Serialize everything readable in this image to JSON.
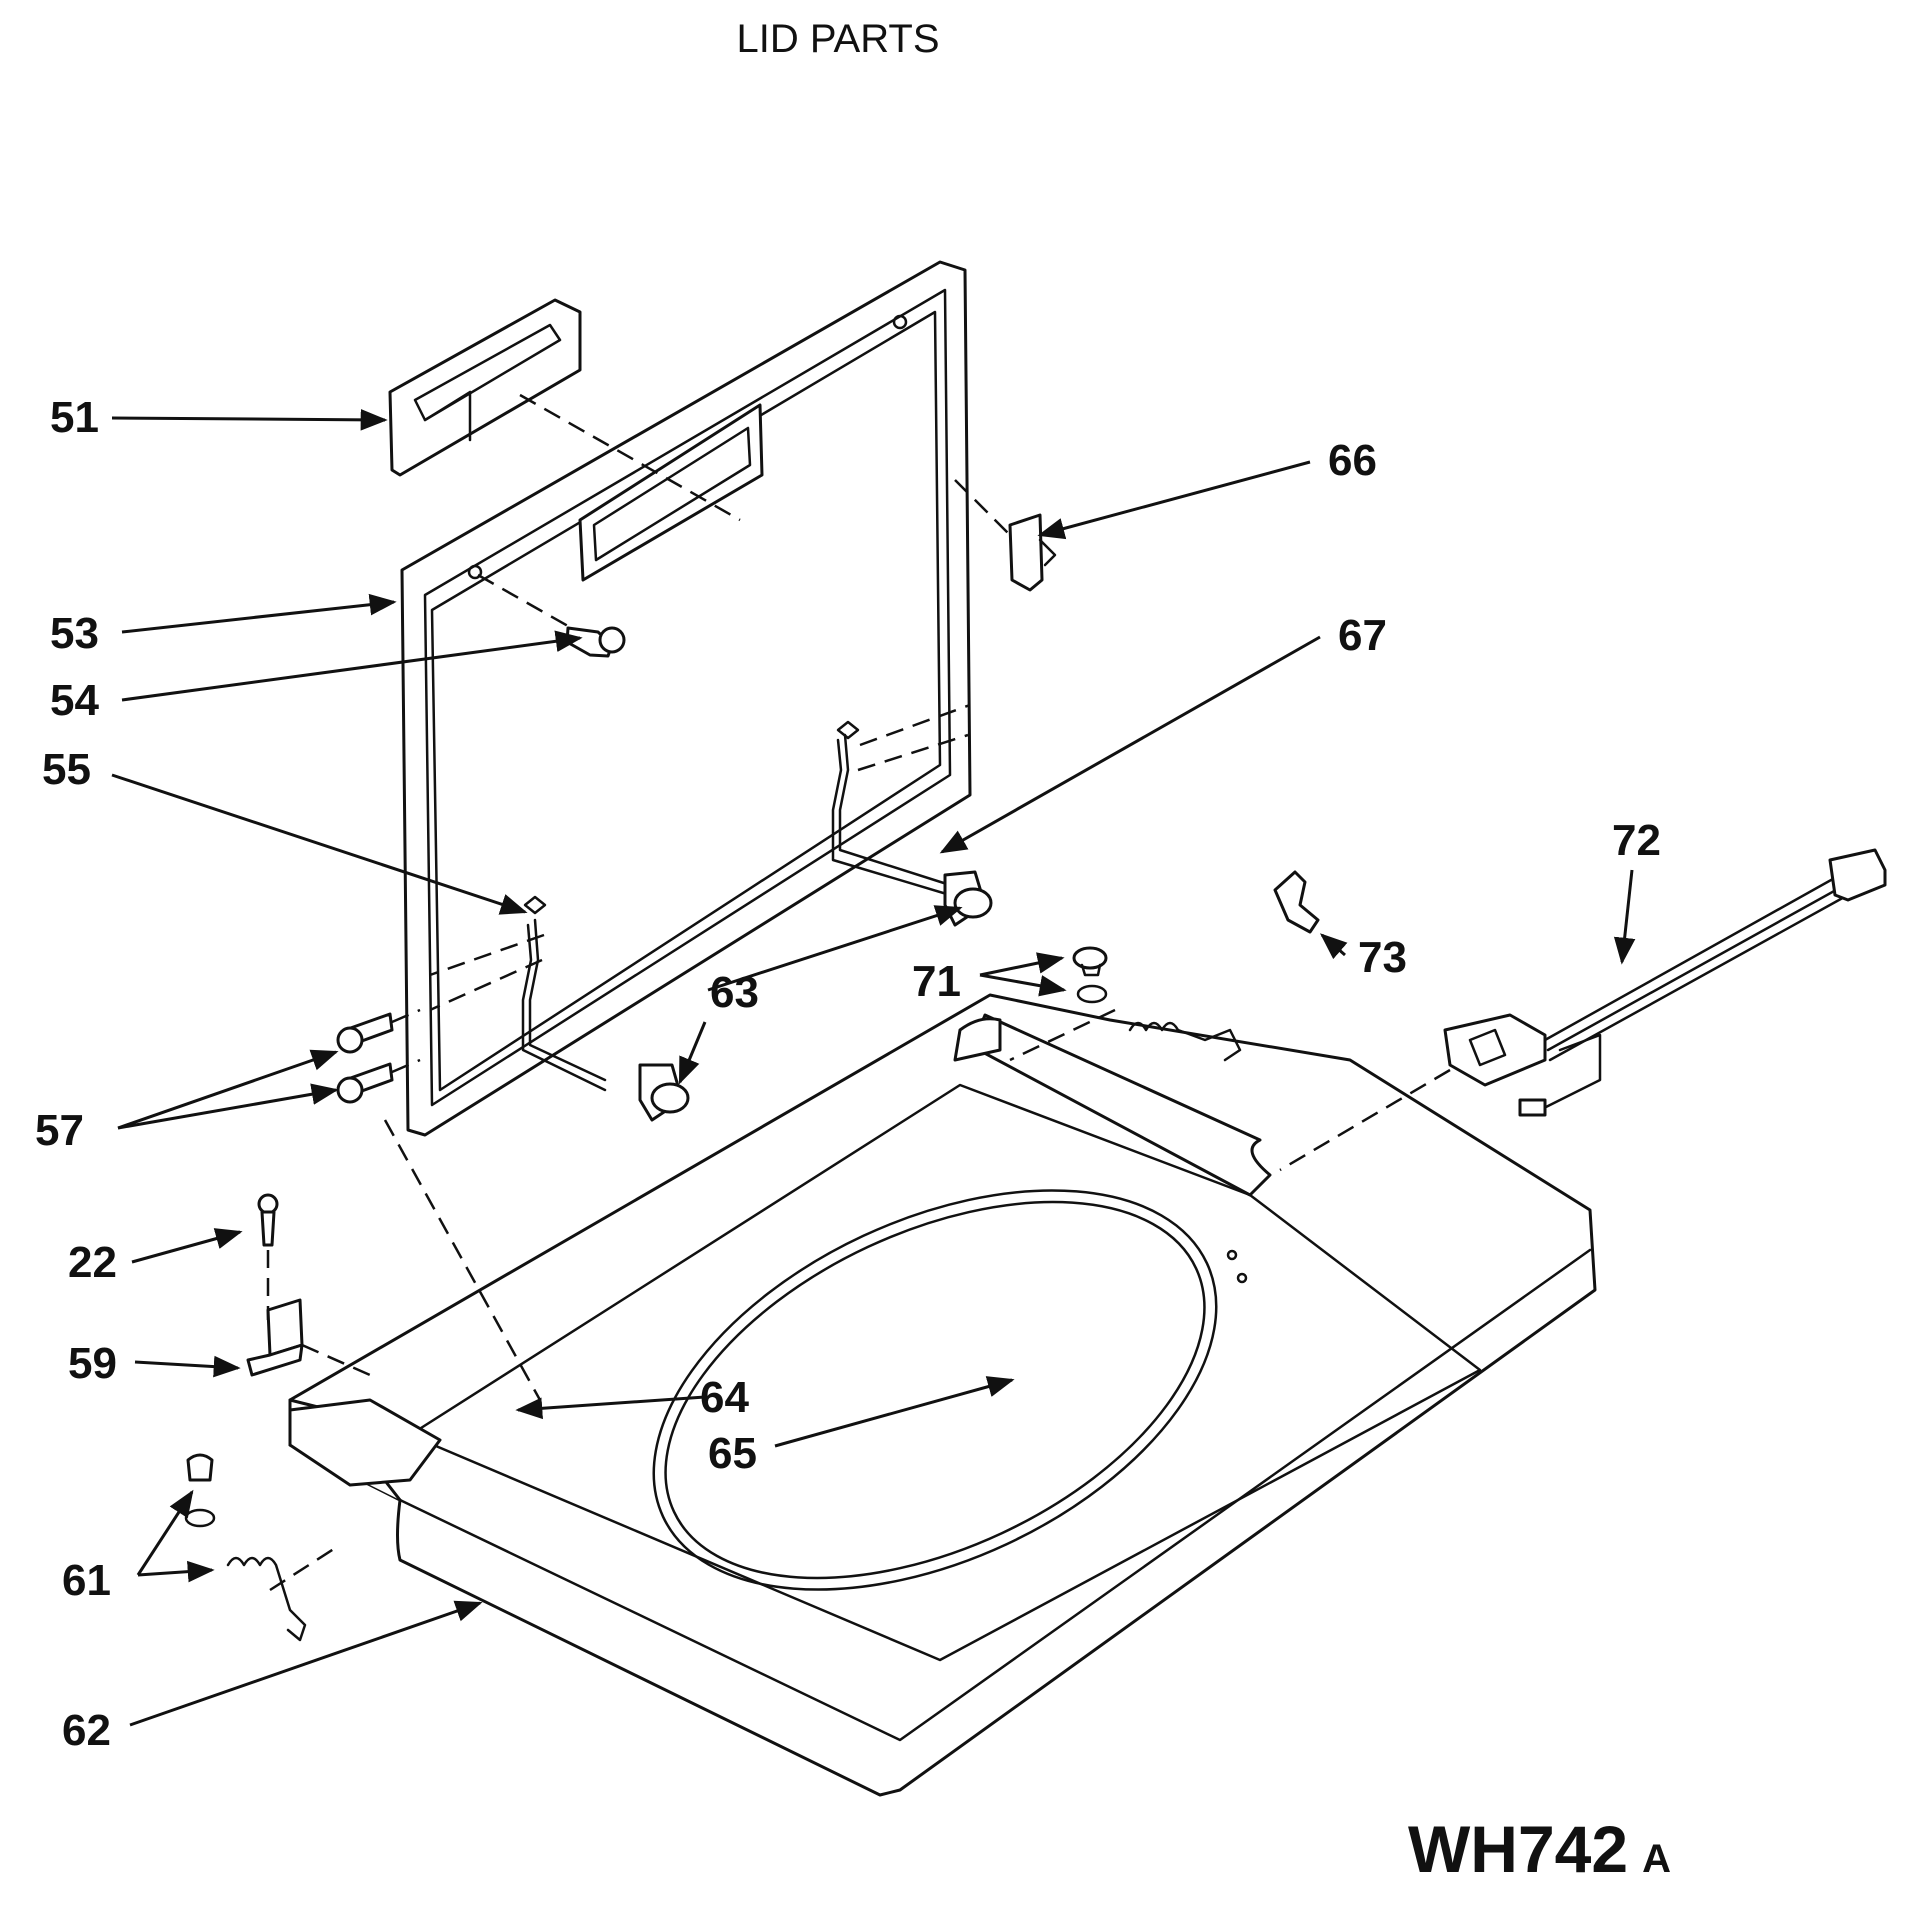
{
  "title": "LID PARTS",
  "diagram_code": {
    "main": "WH742",
    "suffix": "A"
  },
  "callouts": {
    "c51": "51",
    "c53": "53",
    "c54": "54",
    "c55": "55",
    "c57": "57",
    "c22": "22",
    "c59": "59",
    "c61": "61",
    "c62": "62",
    "c63": "63",
    "c64": "64",
    "c65": "65",
    "c66": "66",
    "c67": "67",
    "c71": "71",
    "c72": "72",
    "c73": "73"
  }
}
